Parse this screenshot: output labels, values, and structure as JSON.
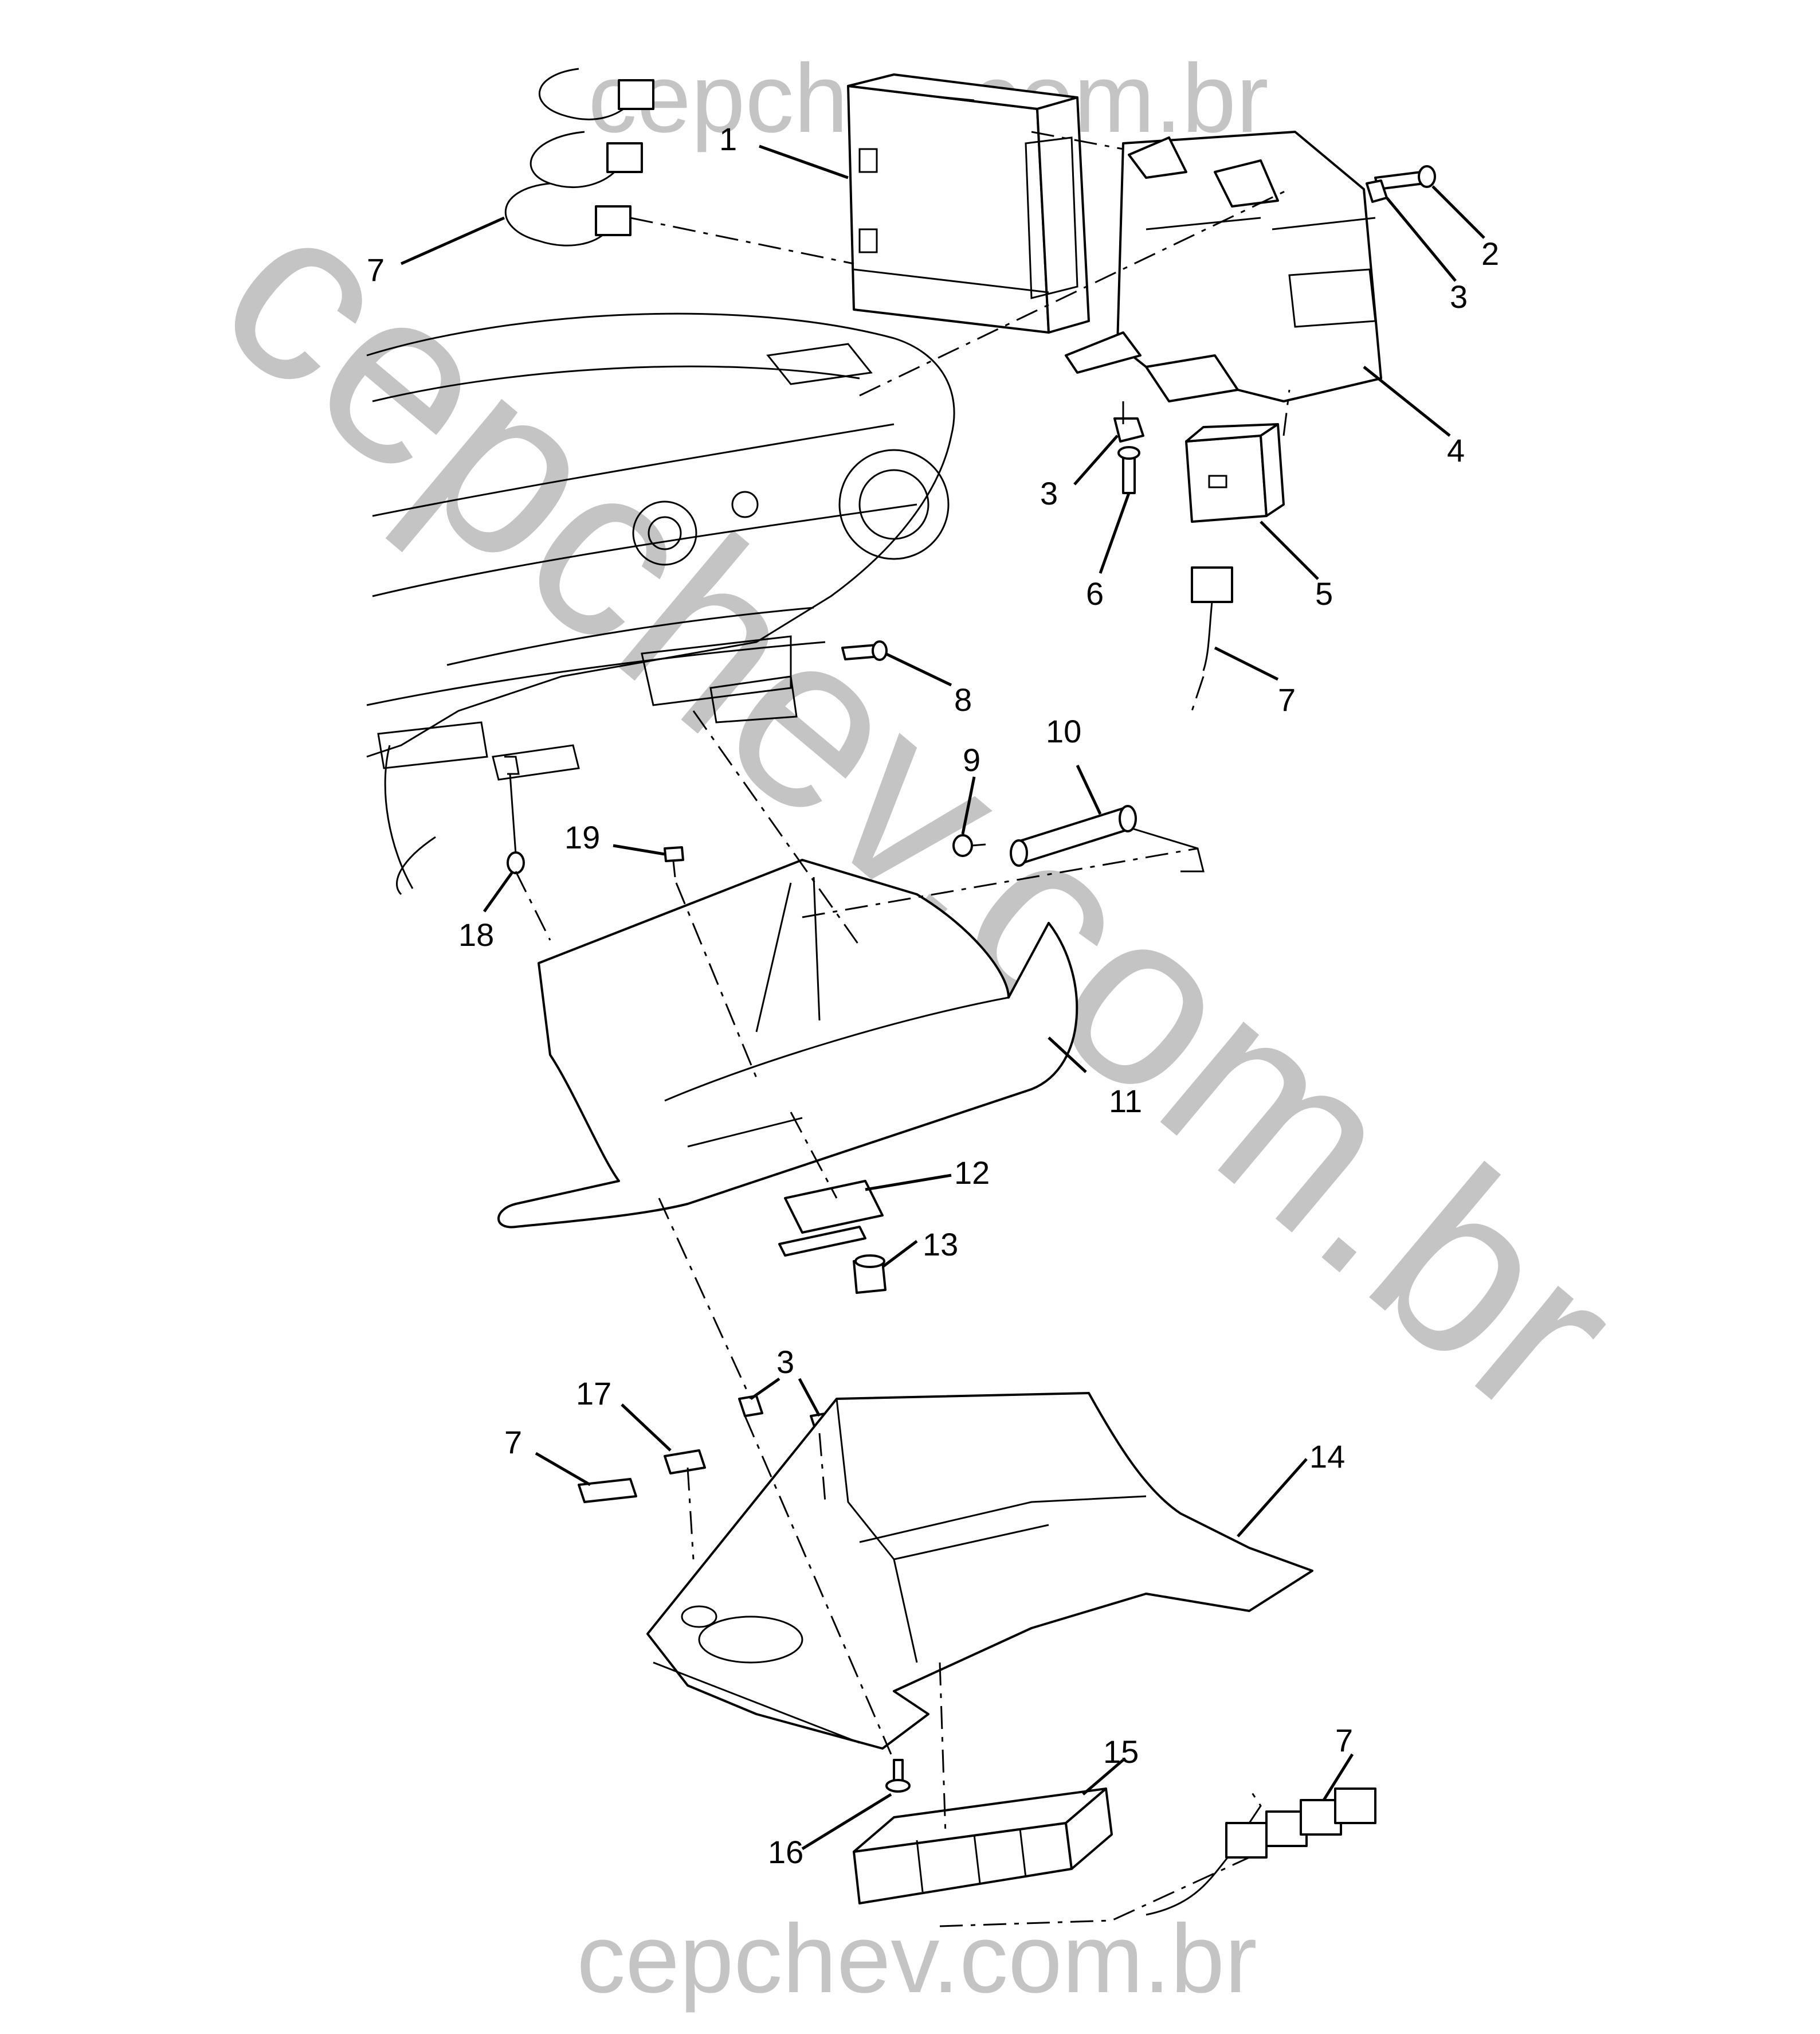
{
  "watermark": {
    "text": "cepchev.com.br",
    "color": "#c4c4c4"
  },
  "callouts": [
    {
      "id": "c1",
      "label": "1"
    },
    {
      "id": "c2",
      "label": "2"
    },
    {
      "id": "c3a",
      "label": "3"
    },
    {
      "id": "c3b",
      "label": "3"
    },
    {
      "id": "c3c",
      "label": "3"
    },
    {
      "id": "c4",
      "label": "4"
    },
    {
      "id": "c5",
      "label": "5"
    },
    {
      "id": "c6",
      "label": "6"
    },
    {
      "id": "c7a",
      "label": "7"
    },
    {
      "id": "c7b",
      "label": "7"
    },
    {
      "id": "c7c",
      "label": "7"
    },
    {
      "id": "c7d",
      "label": "7"
    },
    {
      "id": "c8",
      "label": "8"
    },
    {
      "id": "c9",
      "label": "9"
    },
    {
      "id": "c10",
      "label": "10"
    },
    {
      "id": "c11",
      "label": "11"
    },
    {
      "id": "c12",
      "label": "12"
    },
    {
      "id": "c13",
      "label": "13"
    },
    {
      "id": "c14",
      "label": "14"
    },
    {
      "id": "c15",
      "label": "15"
    },
    {
      "id": "c16",
      "label": "16"
    },
    {
      "id": "c17",
      "label": "17"
    },
    {
      "id": "c18",
      "label": "18"
    },
    {
      "id": "c19",
      "label": "19"
    }
  ]
}
